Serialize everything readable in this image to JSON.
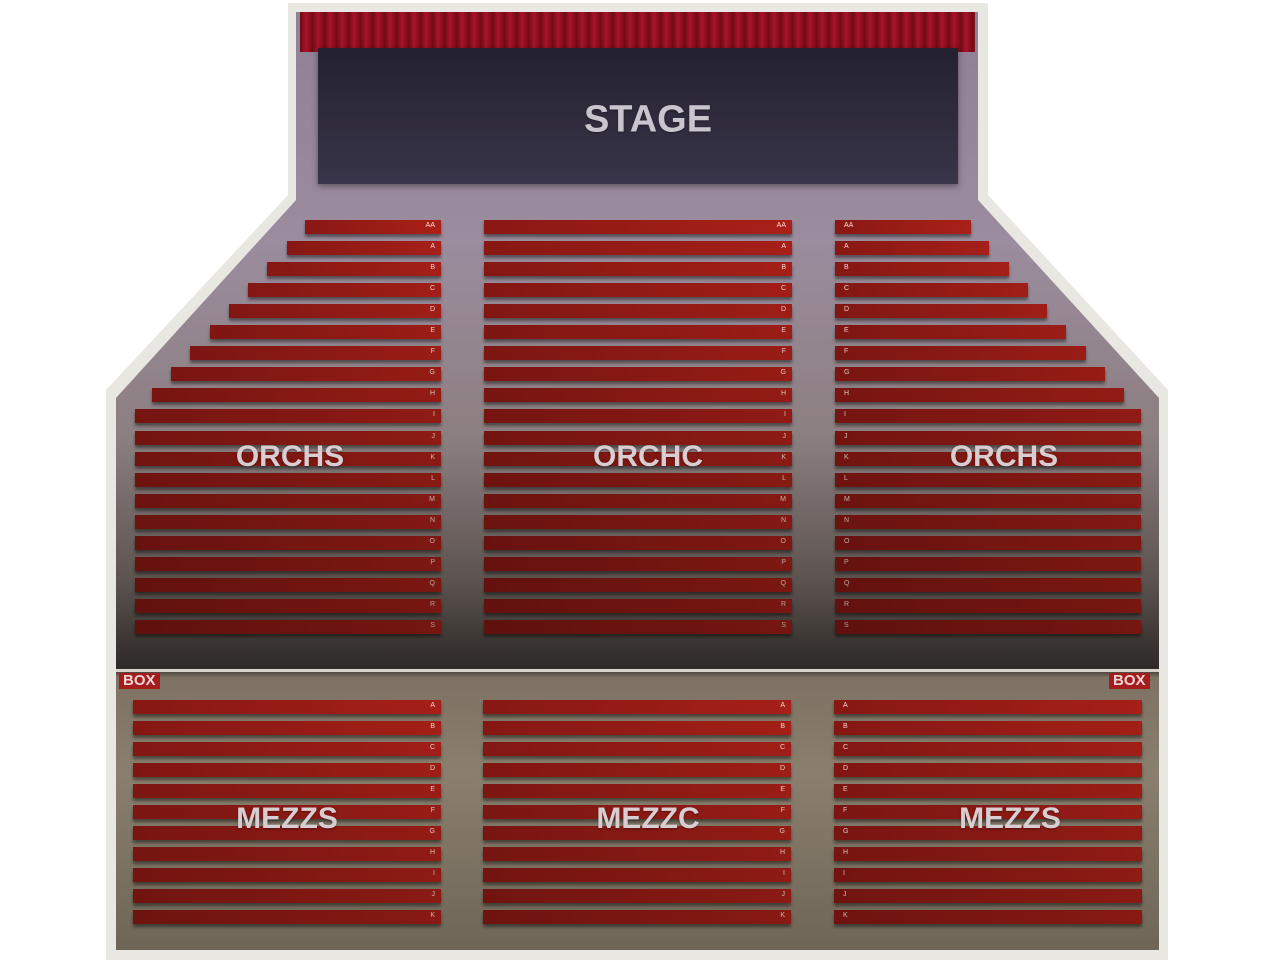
{
  "stage": {
    "label": "STAGE"
  },
  "orchestra": {
    "rows": [
      "AA",
      "A",
      "B",
      "C",
      "D",
      "E",
      "F",
      "G",
      "H",
      "I",
      "J",
      "K",
      "L",
      "M",
      "N",
      "O",
      "P",
      "Q",
      "R",
      "S"
    ],
    "sections": [
      {
        "label": "ORCHS",
        "side": "left"
      },
      {
        "label": "ORCHC",
        "side": "center"
      },
      {
        "label": "ORCHS",
        "side": "right"
      }
    ]
  },
  "mezzanine": {
    "rows": [
      "A",
      "B",
      "C",
      "D",
      "E",
      "F",
      "G",
      "H",
      "I",
      "J",
      "K"
    ],
    "sections": [
      {
        "label": "MEZZS",
        "side": "left"
      },
      {
        "label": "MEZZC",
        "side": "center"
      },
      {
        "label": "MEZZS",
        "side": "right"
      }
    ]
  },
  "boxes": [
    {
      "label": "BOX",
      "side": "left"
    },
    {
      "label": "BOX",
      "side": "right"
    }
  ],
  "colors": {
    "seat_row": "#8f1a14",
    "stage": "#2f2c3e",
    "curtain": "#a8142a"
  }
}
